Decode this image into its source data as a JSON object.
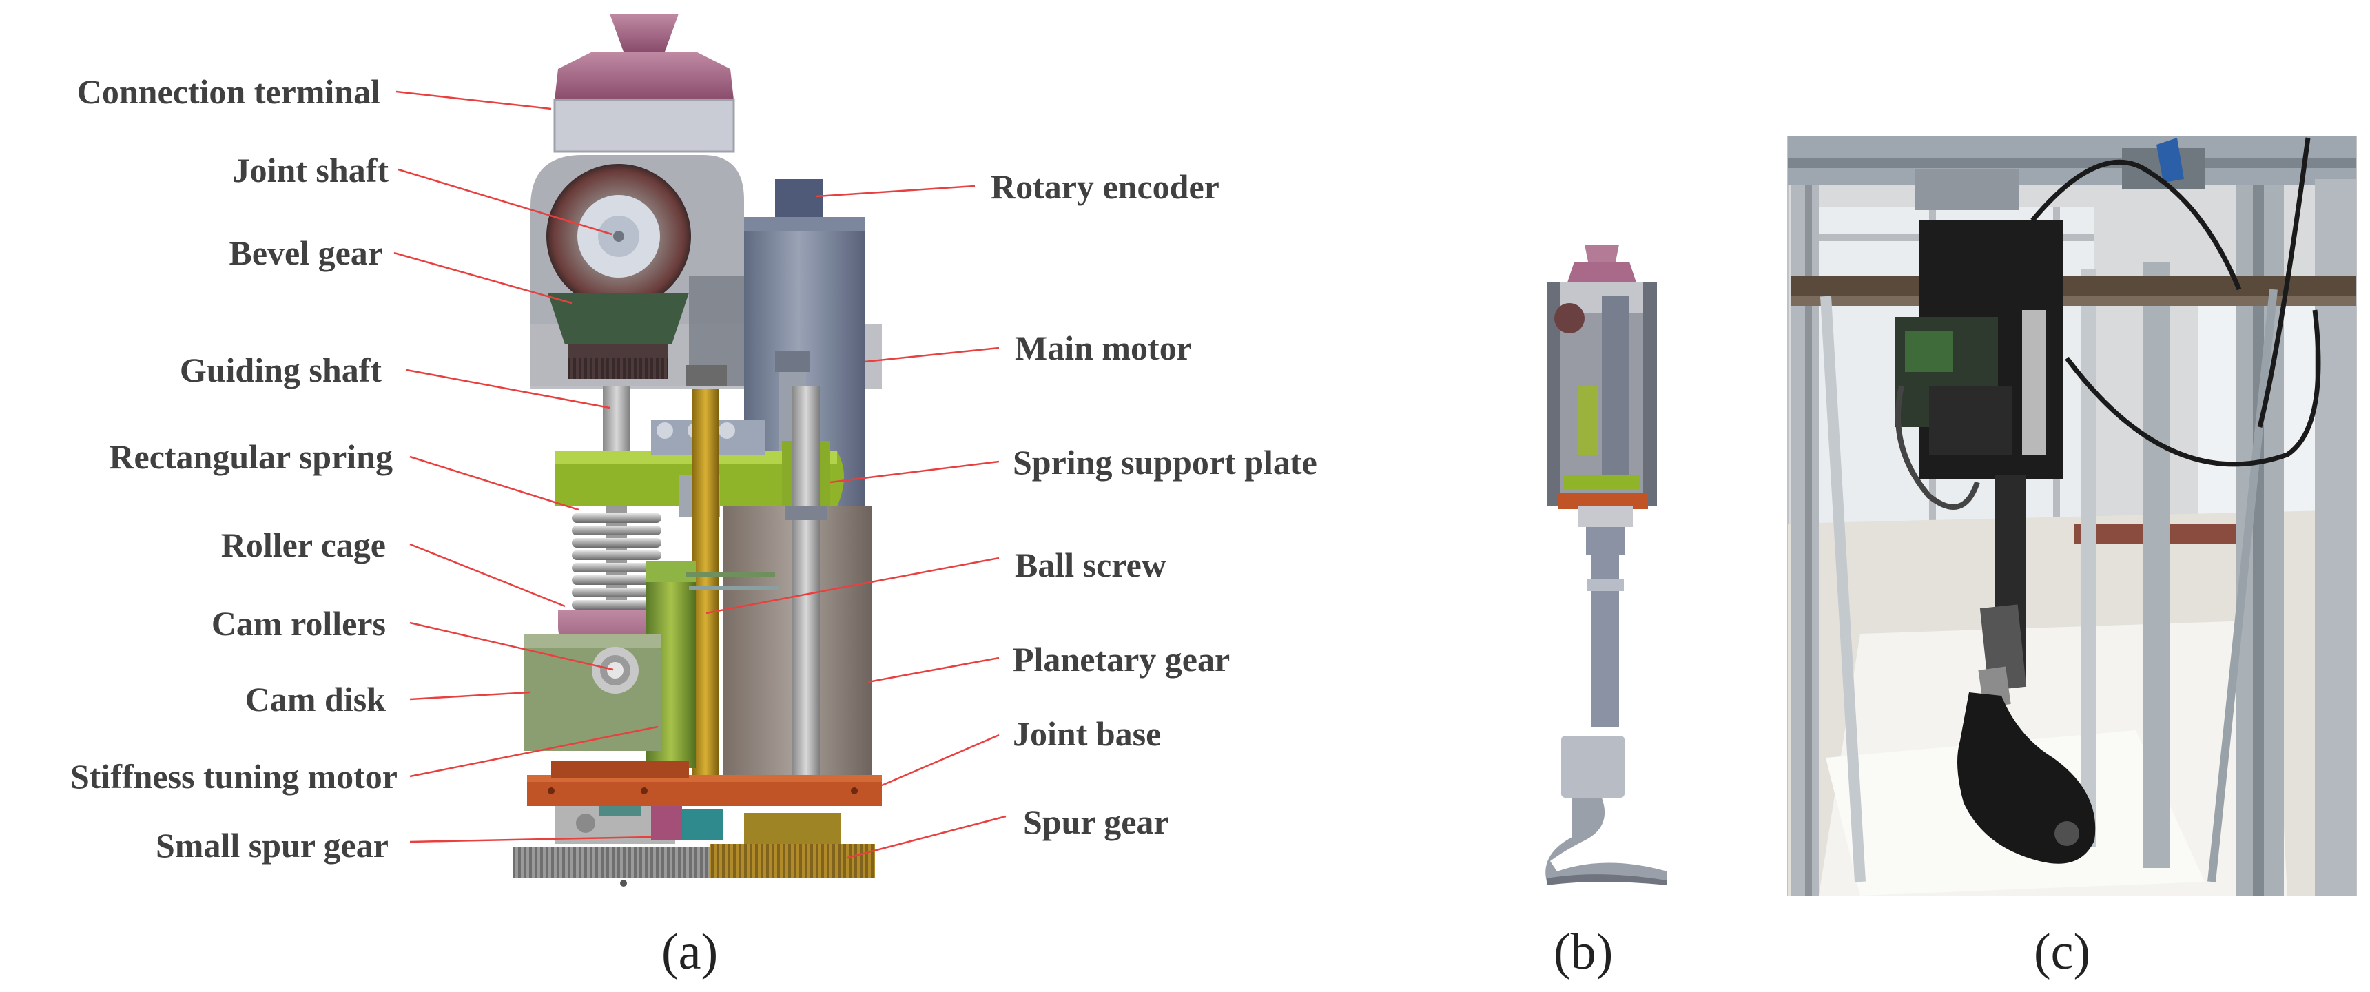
{
  "panel_a": {
    "left_labels": [
      "Connection terminal",
      "Joint shaft",
      "Bevel gear",
      "Guiding shaft",
      "Rectangular spring",
      "Roller cage",
      "Cam rollers",
      "Cam disk",
      "Stiffness tuning motor",
      "Small spur gear"
    ],
    "right_labels": [
      "Rotary encoder",
      "Main motor",
      "Spring support plate",
      "Ball screw",
      "Planetary gear",
      "Joint base",
      "Spur gear"
    ],
    "leader_color": "#e8403f"
  },
  "captions": [
    "(a)",
    "(b)",
    "(c)"
  ]
}
